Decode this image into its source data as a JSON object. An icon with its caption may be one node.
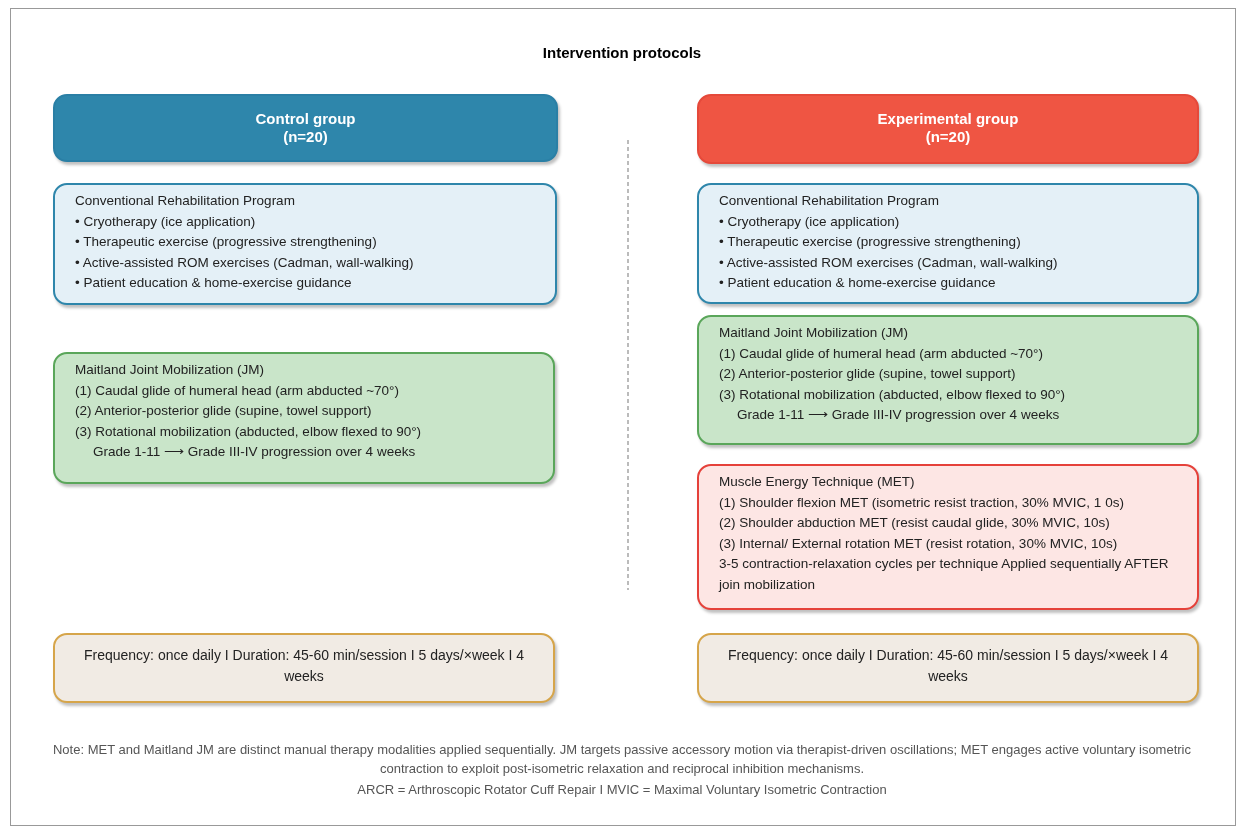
{
  "diagram": {
    "title": "Intervention protocols",
    "nodes": [
      {
        "text": [
          "Control group",
          "(n=20)"
        ]
      },
      {
        "text": [
          "Conventional Rehabilitation Program",
          "• Cryotherapy (ice application)",
          "• Therapeutic exercise (progressive strengthening)",
          "• Active-assisted ROM exercises (Cadman, wall-walking)",
          "• Patient education & home-exercise guidance"
        ]
      },
      {
        "text": [
          "Maitland Joint Mobilization (JM)",
          "(1) Caudal glide of humeral head (arm abducted ~70°)",
          "(2) Anterior-posterior glide (supine, towel support)",
          "(3) Rotational mobilization (abducted, elbow flexed to 90°)",
          "Grade 1-11 ⟶ Grade III-IV progression over 4 weeks"
        ]
      },
      {
        "text": [
          "Frequency: once daily I Duration: 45-60 min/session I 5 days/×week I 4 weeks"
        ]
      },
      {
        "text": [
          "Experimental group",
          "(n=20)"
        ]
      },
      {
        "text": [
          "Conventional Rehabilitation Program",
          "• Cryotherapy (ice application)",
          "• Therapeutic exercise (progressive strengthening)",
          "• Active-assisted ROM exercises (Cadman, wall-walking)",
          "• Patient education & home-exercise guidance"
        ]
      },
      {
        "text": [
          "Maitland Joint Mobilization (JM)",
          "(1) Caudal glide of humeral head (arm abducted ~70°)",
          "(2) Anterior-posterior glide (supine, towel support)",
          "(3) Rotational mobilization (abducted, elbow flexed to 90°)",
          "Grade 1-11 ⟶ Grade III-IV progression over 4 weeks"
        ]
      },
      {
        "text": [
          "Muscle Energy Technique (MET)",
          "(1) Shoulder flexion MET (isometric resist traction, 30% MVIC, 1 0s)",
          "(2) Shoulder abduction MET (resist caudal glide, 30% MVIC, 10s)",
          "(3) Internal/ External rotation MET (resist rotation, 30% MVIC, 10s)",
          "3-5 contraction-relaxation cycles per technique Applied sequentially AFTER join mobilization"
        ]
      },
      {
        "text": [
          "Frequency: once daily I Duration: 45-60 min/session I 5 days/×week I 4 weeks"
        ]
      }
    ],
    "edges": [],
    "labels": [
      "Note: MET and Maitland JM are distinct manual therapy modalities applied sequentially. JM targets passive accessory motion via therapist-driven oscillations; MET engages active voluntary isometric contraction to exploit post-isometric relaxation and reciprocal inhibition mechanisms.",
      "ARCR = Arthroscopic Rotator Cuff Repair I MVIC = Maximal Voluntary Isometric Contraction"
    ]
  }
}
